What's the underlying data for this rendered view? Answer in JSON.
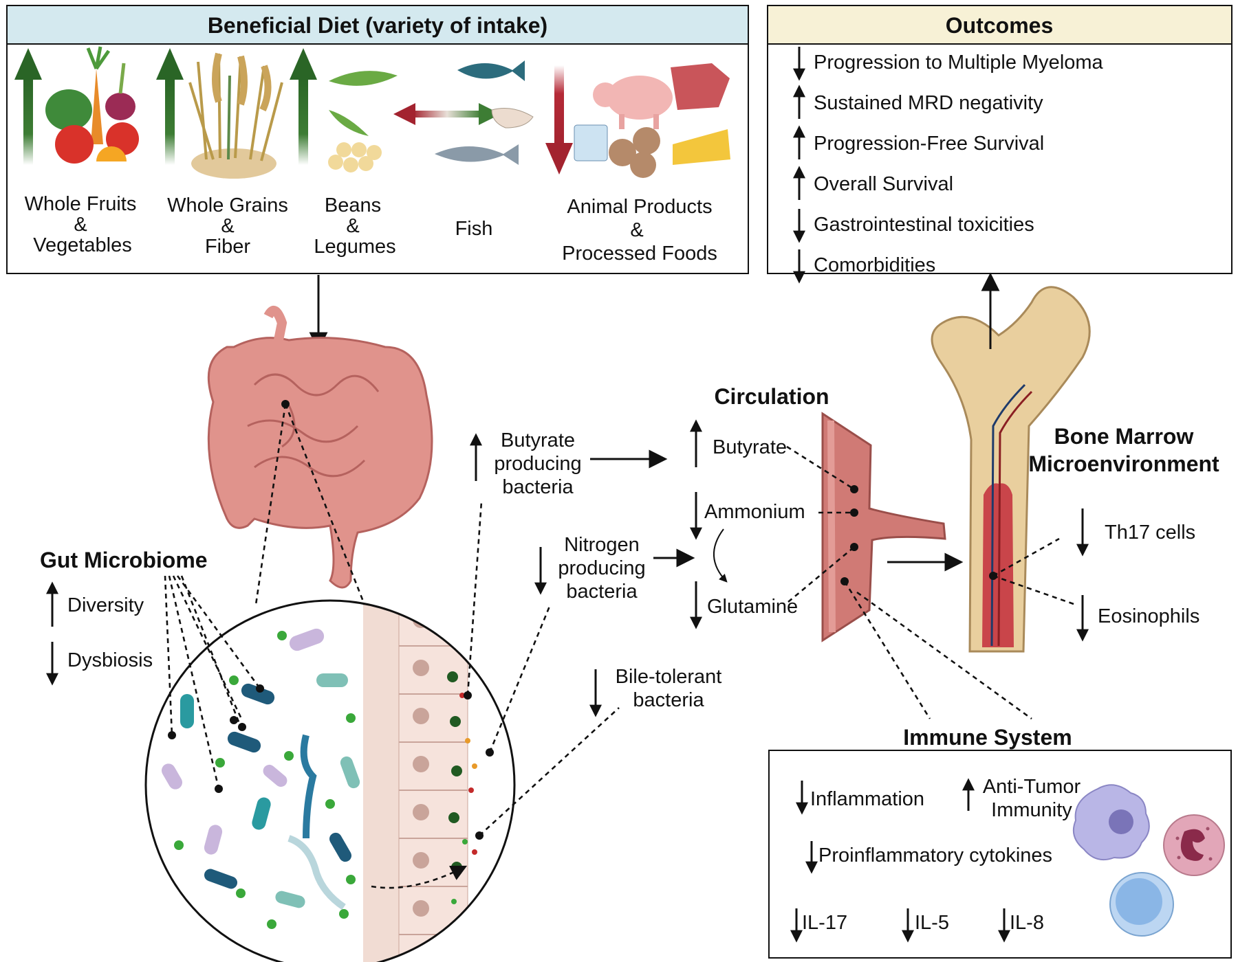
{
  "diet": {
    "title": "Beneficial Diet (variety of intake)",
    "foods": {
      "fruits": [
        "Whole Fruits",
        "&",
        "Vegetables"
      ],
      "grains": [
        "Whole Grains",
        "&",
        "Fiber"
      ],
      "beans": [
        "Beans",
        "&",
        "Legumes"
      ],
      "fish": "Fish",
      "animal": [
        "Animal Products",
        "&",
        "Processed Foods"
      ]
    },
    "direction_colors": {
      "increase": "#2e6b2a",
      "decrease": "#a3232f"
    }
  },
  "outcomes": {
    "title": "Outcomes",
    "items": [
      {
        "dir": "down",
        "text": "Progression to Multiple Myeloma"
      },
      {
        "dir": "up",
        "text": "Sustained MRD negativity"
      },
      {
        "dir": "up",
        "text": "Progression-Free Survival"
      },
      {
        "dir": "up",
        "text": "Overall Survival"
      },
      {
        "dir": "down",
        "text": "Gastrointestinal toxicities"
      },
      {
        "dir": "down",
        "text": "Comorbidities"
      }
    ]
  },
  "gut": {
    "title": "Gut Microbiome",
    "diversity": "Diversity",
    "dysbiosis": "Dysbiosis"
  },
  "bacteria": {
    "butyrate": [
      "Butyrate",
      "producing",
      "bacteria"
    ],
    "nitrogen": [
      "Nitrogen",
      "producing",
      "bacteria"
    ],
    "bile": [
      "Bile-tolerant",
      "bacteria"
    ]
  },
  "circulation": {
    "title": "Circulation",
    "butyrate": "Butyrate",
    "ammonium": "Ammonium",
    "glutamine": "Glutamine"
  },
  "bone": {
    "title": [
      "Bone Marrow",
      "Microenvironment"
    ],
    "th17": "Th17 cells",
    "eosinophils": "Eosinophils"
  },
  "immune": {
    "title": "Immune System",
    "inflammation": "Inflammation",
    "antitumor": [
      "Anti-Tumor",
      "Immunity"
    ],
    "cytokines": "Proinflammatory cytokines",
    "il17": "IL-17",
    "il5": "IL-5",
    "il8": "IL-8"
  },
  "colors": {
    "header_blue": "#d4e9ef",
    "header_yellow": "#f7f1d6",
    "intestine": "#e0938c",
    "vessel": "#d07a75",
    "bone": "#e9cf9e",
    "marrow": "#c9454a"
  }
}
